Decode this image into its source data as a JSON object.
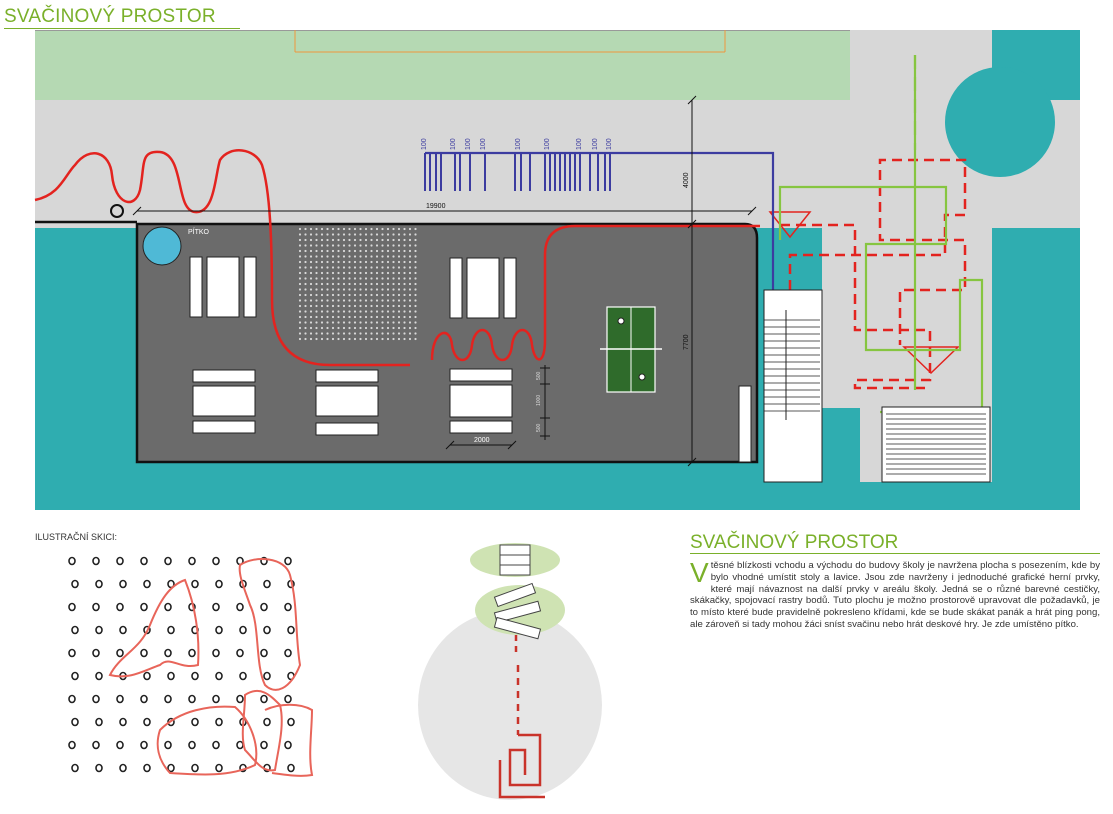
{
  "header": {
    "title": "SVAČINOVÝ PROSTOR"
  },
  "plan": {
    "label_pitko": "PÍTKO",
    "dim_length": "19900",
    "dim_upper": "4000",
    "dim_height": "7700",
    "dim_bench_width": "2000",
    "dim_small_a": "500",
    "dim_small_b": "1000",
    "dim_small_c": "500",
    "scale_ticks": [
      "100",
      "100",
      "100",
      "100",
      "100",
      "100",
      "100",
      "100",
      "100",
      "100"
    ]
  },
  "sketches": {
    "label": "ILUSTRAČNÍ SKICI:"
  },
  "section": {
    "title": "SVAČINOVÝ PROSTOR",
    "dropcap": "V",
    "text": "těsné blízkosti vchodu a východu do budovy školy je navržena plocha s posezením, kde by bylo vhodné umístit stoly a lavice. Jsou zde navrženy i jednoduché grafické herní prvky, které mají návaznost na další prvky v areálu školy. Jedná se o různé barevné cestičky, skákačky, spojovací rastry bodů. Tuto plochu je možno prostorově upravovat dle požadavků, je to místo které bude pravidelně pokresleno křídami, kde se bude skákat panák a hrát ping pong, ale zároveň si tady mohou žáci sníst svačinu nebo hrát deskové hry. Je zde umístěno pítko."
  },
  "colors": {
    "accent_green": "#7ab02a",
    "teal": "#2fadb0",
    "lawn": "#b5d9b3",
    "paving_light": "#d7d7d7",
    "paving_dark": "#6b6b6b",
    "path_red": "#e3231f",
    "scale_blue": "#3c3ca0",
    "pingpong": "#2f6b2b",
    "fountain": "#4fb9d6"
  }
}
